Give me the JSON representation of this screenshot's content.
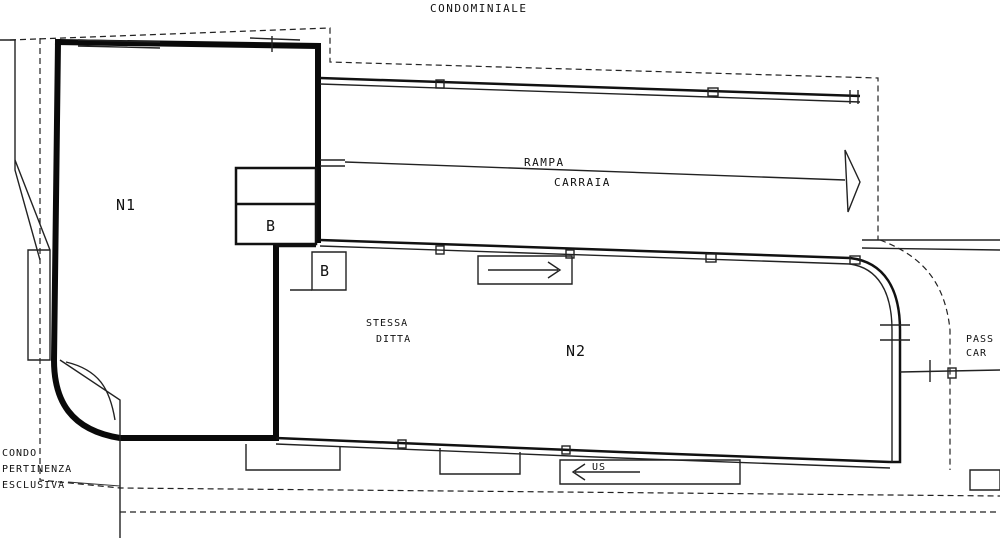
{
  "plan": {
    "header_text": "CONDOMINIALE",
    "rooms": {
      "n1": "N1",
      "n2": "N2",
      "b_upper": "B",
      "b_lower": "B"
    },
    "labels": {
      "rampa_line1": "RAMPA",
      "rampa_line2": "CARRAIA",
      "stessa_line1": "STESSA",
      "stessa_line2": "DITTA",
      "left_line1": "CONDO",
      "left_line2": "PERTINENZA",
      "left_line3": "ESCLUSIVA",
      "right_line1": "PASS",
      "right_line2": "CAR",
      "arrow_mark": "US"
    }
  }
}
